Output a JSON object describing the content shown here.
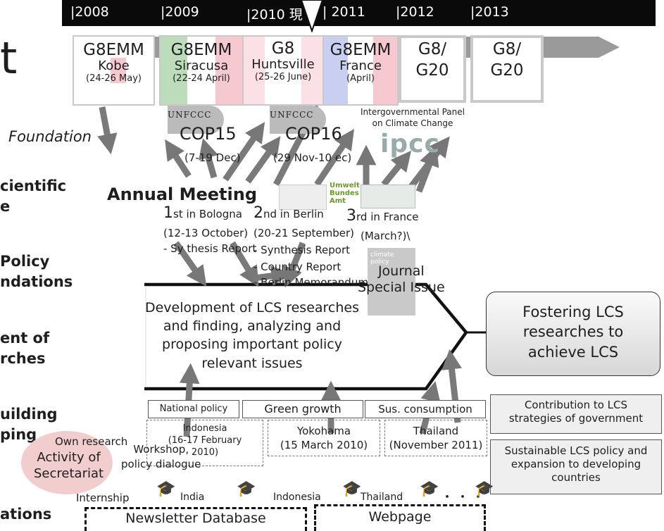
{
  "timeline": {
    "years": [
      "|2008",
      "|2009",
      "|2010 現",
      "| 2011",
      "|2012",
      "|2013"
    ]
  },
  "meetings": [
    {
      "title": "G8EMM",
      "place": "Kobe",
      "date": "(24-26 May)"
    },
    {
      "title": "G8EMM",
      "place": "Siracusa",
      "date": "(22-24 April)"
    },
    {
      "title": "G8",
      "place": "Huntsville",
      "date": "(25-26 June)"
    },
    {
      "title": "G8EMM",
      "place": "France",
      "date": "(April)"
    },
    {
      "title": "G8/\nG20"
    },
    {
      "title": "G8/\nG20"
    }
  ],
  "cop": [
    {
      "logo": "UNFCCC",
      "name": "COP15",
      "date": "(7-19 Dec)"
    },
    {
      "logo": "UNFCCC",
      "name": "COP16",
      "date": "(29 Nov-10  ec)"
    }
  ],
  "ipcc": {
    "caption": "Intergovernmental Panel\non Climate Change",
    "logo": "ipcc"
  },
  "left_labels": {
    "title_fragment": "t",
    "foundation": "Foundation",
    "item1": "cientific\ne",
    "item2": "Policy\nndations",
    "item3": "ent of\nrches",
    "item4": "uilding\nping",
    "item5": "ations"
  },
  "annual": {
    "heading": "Annual Meeting",
    "m1_num": "1",
    "m1_text": "st in Bologna",
    "m1_date": "(12-13 October)",
    "m1_out": "- Sy  thesis Report",
    "m2_num": "2",
    "m2_text": "nd in Berlin",
    "m2_date": "(20-21 September)",
    "m2_out1": "- Synthesis Report",
    "m2_out2": "- Country Report",
    "m2_out3": "- Berlin Memorandum",
    "m3_num": "3",
    "m3_text": "rd in France",
    "m3_date": "(March?)\\",
    "logo_umwelt": "Umwelt\nBundes\nAmt"
  },
  "journal": {
    "cover": "climate\npolicy",
    "label": "Journal\nSpecial Issue"
  },
  "development_text": "Development of LCS researches\nand finding, analyzing and\nproposing important policy\nrelevant issues",
  "fostering_text": "Fostering LCS\nresearches to\nachieve LCS",
  "tags": [
    "National policy",
    "Green growth",
    "Sus. consumption"
  ],
  "side_boxes": [
    "Contribution to LCS\nstrategies of  government",
    "Sustainable LCS policy and\nexpansion to developing\ncountries"
  ],
  "workshops": {
    "own_research": "Own research",
    "workshop": "Workshop,\npolicy dialogue",
    "indonesia": "Indonesia\n(16-17 February\n2010)",
    "yokohama": "Yokohama\n(15 March 2010)",
    "thailand": "Thailand\n(November 2011)"
  },
  "secretariat": "Activity of\nSecretariat",
  "internship": {
    "label": "Internship",
    "p1": "India",
    "p2": "Indonesia",
    "p3": "Thailand",
    "dots": "・・・"
  },
  "bottom": {
    "left": "Newsletter Database",
    "right": "Webpage"
  }
}
